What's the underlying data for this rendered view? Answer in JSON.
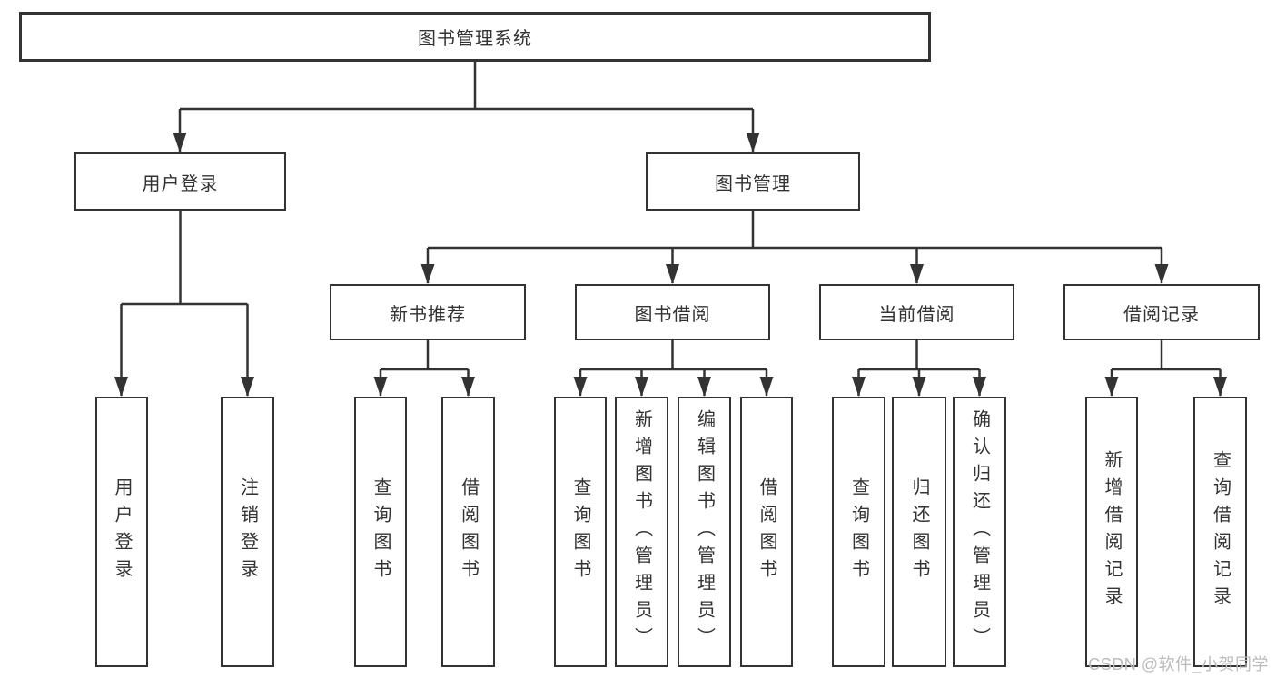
{
  "colors": {
    "line": "#333333",
    "text": "#333333",
    "box_background": "#ffffff",
    "watermark": "#bbbbbb"
  },
  "diagram": {
    "root": {
      "label": "图书管理系统"
    },
    "branches": [
      {
        "label": "用户登录",
        "children": [
          {
            "label": "用户登录"
          },
          {
            "label": "注销登录"
          }
        ]
      },
      {
        "label": "图书管理",
        "children": [
          {
            "label": "新书推荐",
            "children": [
              {
                "label": "查询图书"
              },
              {
                "label": "借阅图书"
              }
            ]
          },
          {
            "label": "图书借阅",
            "children": [
              {
                "label": "查询图书"
              },
              {
                "label": "新增图书（管理员）"
              },
              {
                "label": "编辑图书（管理员）"
              },
              {
                "label": "借阅图书"
              }
            ]
          },
          {
            "label": "当前借阅",
            "children": [
              {
                "label": "查询图书"
              },
              {
                "label": "归还图书"
              },
              {
                "label": "确认归还（管理员）"
              }
            ]
          },
          {
            "label": "借阅记录",
            "children": [
              {
                "label": "新增借阅记录"
              },
              {
                "label": "查询借阅记录"
              }
            ]
          }
        ]
      }
    ]
  },
  "watermark": {
    "text": "CSDN @软件_小贺同学"
  }
}
